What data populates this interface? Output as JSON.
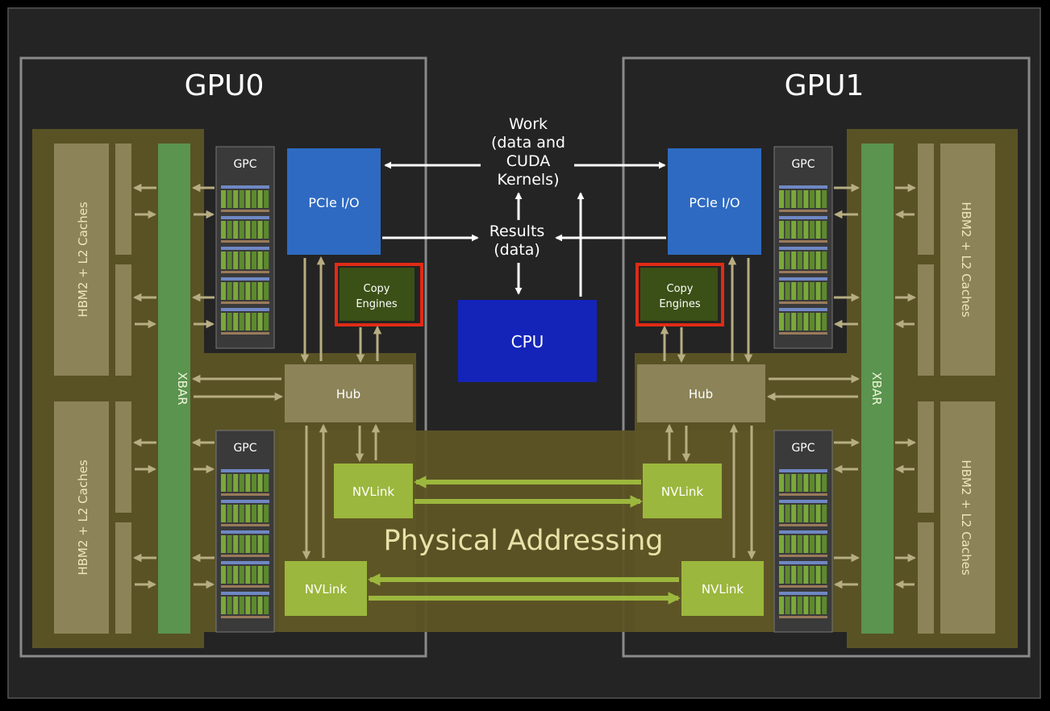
{
  "title_gpu0": "GPU0",
  "title_gpu1": "GPU1",
  "labels": {
    "gpc": "GPC",
    "pcie": "PCIe I/O",
    "copy_line1": "Copy",
    "copy_line2": "Engines",
    "hub": "Hub",
    "nvlink": "NVLink",
    "xbar": "XBAR",
    "hbm": "HBM2 + L2 Caches",
    "cpu": "CPU"
  },
  "work_label": [
    "Work",
    "(data and",
    "CUDA",
    "Kernels)"
  ],
  "results_label": [
    "Results",
    "(data)"
  ],
  "overlay_label": "Physical Addressing",
  "colors": {
    "background": "#242424",
    "frame": "#8a8a8a",
    "olive_panel": "#595225",
    "khaki_block": "#8c8358",
    "xbar_green": "#5a944f",
    "pcie_blue": "#2e6ac2",
    "cpu_blue": "#1424b8",
    "copy_engine": "#3b5016",
    "highlight_red": "#e02b15",
    "nvlink_green": "#9cb73d",
    "overlay_text": "#e9e2a8"
  }
}
